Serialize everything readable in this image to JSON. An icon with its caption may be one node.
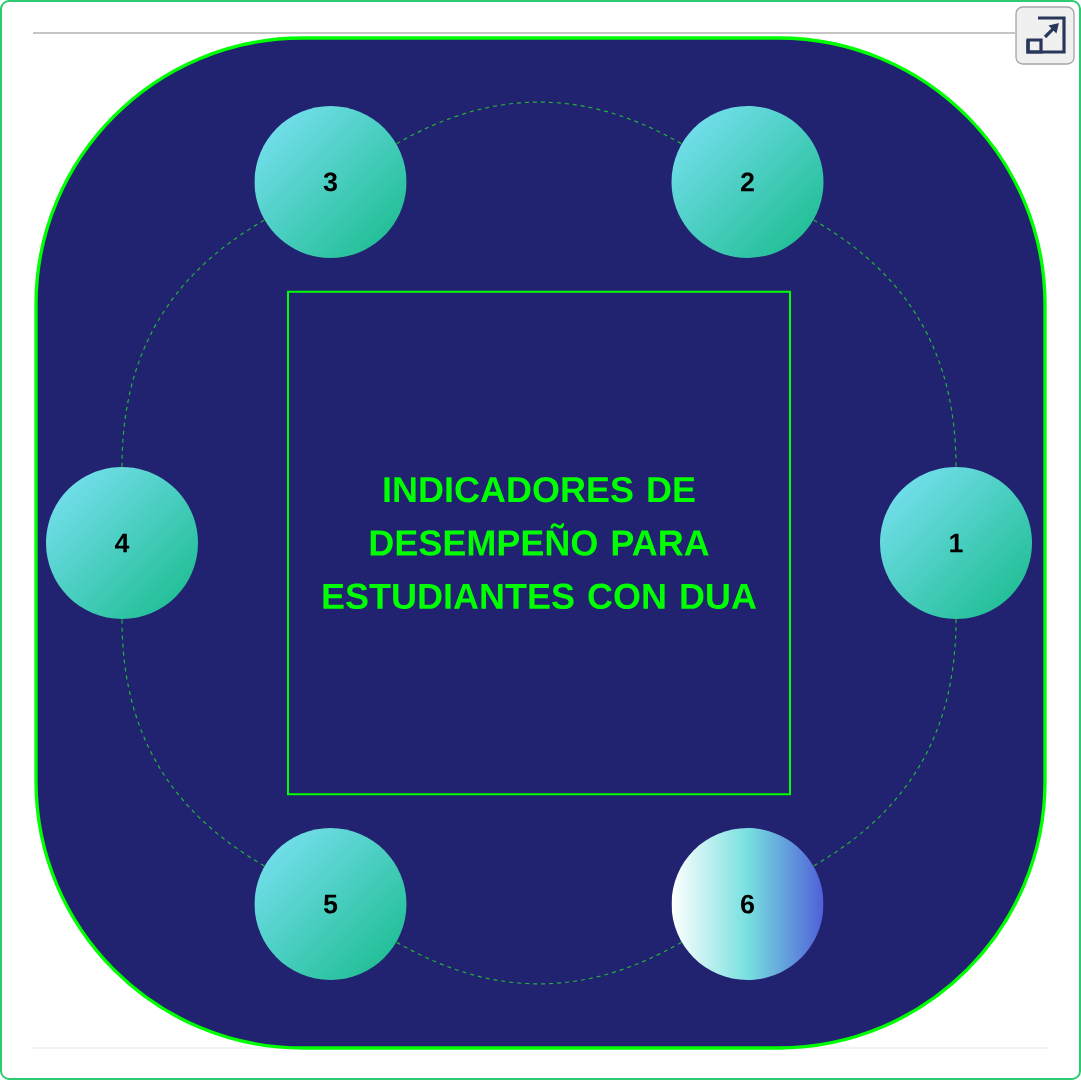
{
  "diagram": {
    "nodes": [
      {
        "text": [
          "INDICADORES DE DESEMPEÑO PARA ESTUDIANTES CON DUA"
        ]
      },
      {
        "text": [
          "1"
        ]
      },
      {
        "text": [
          "2"
        ]
      },
      {
        "text": [
          "3"
        ]
      },
      {
        "text": [
          "4"
        ]
      },
      {
        "text": [
          "5"
        ]
      },
      {
        "text": [
          "6"
        ]
      }
    ],
    "edges": [
      {
        "from": 3,
        "to": 2,
        "arrow": "none",
        "style": "dashed"
      },
      {
        "from": 2,
        "to": 1,
        "arrow": "none",
        "style": "dashed"
      },
      {
        "from": 1,
        "to": 6,
        "arrow": "none",
        "style": "dashed"
      },
      {
        "from": 6,
        "to": 5,
        "arrow": "none",
        "style": "dashed"
      },
      {
        "from": 5,
        "to": 4,
        "arrow": "none",
        "style": "dashed"
      },
      {
        "from": 4,
        "to": 3,
        "arrow": "none",
        "style": "dashed"
      }
    ]
  }
}
